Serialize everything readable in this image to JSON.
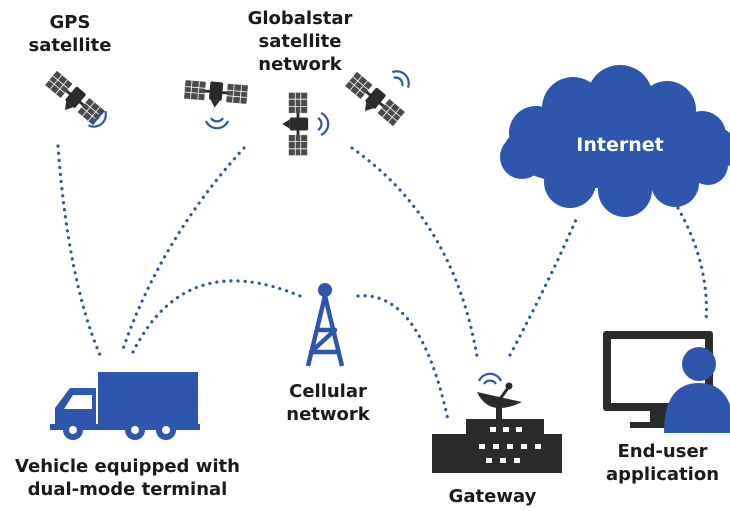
{
  "labels": {
    "gps_line1": "GPS",
    "gps_line2": "satellite",
    "globalstar_line1": "Globalstar",
    "globalstar_line2": "satellite",
    "globalstar_line3": "network",
    "internet": "Internet",
    "cellular_line1": "Cellular",
    "cellular_line2": "network",
    "vehicle_line1": "Vehicle equipped with",
    "vehicle_line2": "dual-mode terminal",
    "gateway": "Gateway",
    "enduser_line1": "End-user",
    "enduser_line2": "application"
  },
  "icons": [
    "satellite-icon",
    "cloud-icon",
    "cell-tower-icon",
    "truck-icon",
    "satellite-dish-icon",
    "monitor-icon",
    "user-icon"
  ],
  "colors": {
    "accent_blue": "#2f56ad",
    "dark": "#2b2b2b",
    "text": "#1a1a1a"
  }
}
